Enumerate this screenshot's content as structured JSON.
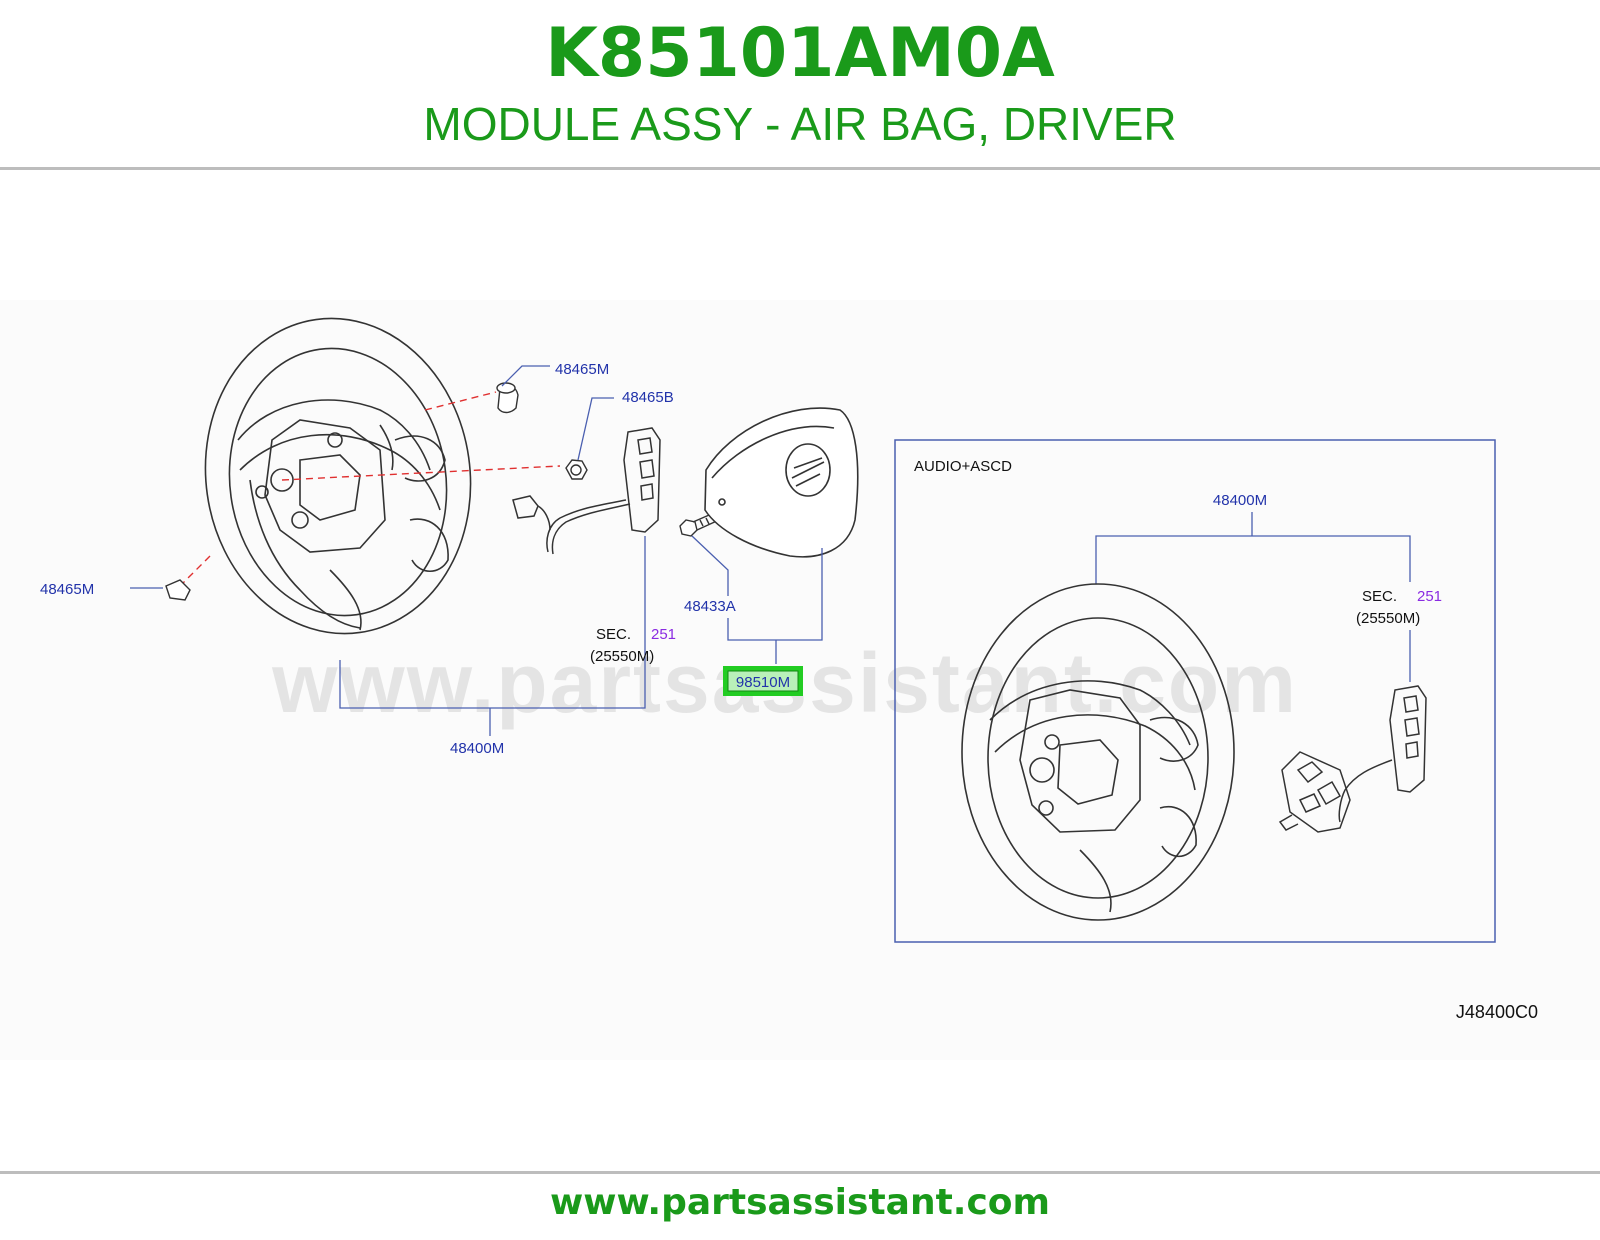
{
  "header": {
    "part_number": "K85101AM0A",
    "part_name": "MODULE ASSY - AIR BAG, DRIVER"
  },
  "diagram": {
    "callouts": {
      "cap_top": "48465M",
      "nut": "48465B",
      "cap_left": "48465M",
      "bolt": "48433A",
      "wheel_main": "48400M",
      "airbag": "98510M",
      "sec_main_prefix": "SEC.",
      "sec_main_num": "251",
      "sec_main_ref": "(25550M)"
    },
    "inset": {
      "title": "AUDIO+ASCD",
      "wheel": "48400M",
      "sec_prefix": "SEC.",
      "sec_num": "251",
      "sec_ref": "(25550M)"
    },
    "diagram_code": "J48400C0",
    "watermark": "www.partsassistant.com"
  },
  "footer": {
    "url": "www.partsassistant.com"
  },
  "colors": {
    "brand_green": "#1a9a1a",
    "callout_blue": "#2233aa",
    "section_purple": "#8a2be2",
    "highlight_green": "#22cc22",
    "leader_blue": "#4a5fb0",
    "guide_red": "#e03030"
  }
}
